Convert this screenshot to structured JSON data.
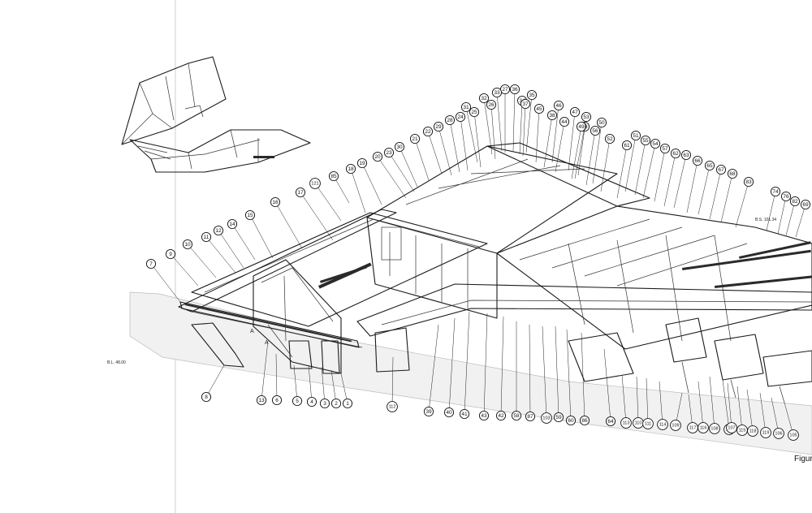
{
  "figure_caption": "Figure",
  "station_labels": {
    "bs_left": "B.L. 48.00",
    "bs_right": "B.S. 101.34",
    "section_a1": "A",
    "section_a2": "A"
  },
  "callouts": [
    {
      "n": "1"
    },
    {
      "n": "2"
    },
    {
      "n": "3"
    },
    {
      "n": "4"
    },
    {
      "n": "5"
    },
    {
      "n": "6"
    },
    {
      "n": "7"
    },
    {
      "n": "8"
    },
    {
      "n": "9"
    },
    {
      "n": "10"
    },
    {
      "n": "11"
    },
    {
      "n": "12"
    },
    {
      "n": "13"
    },
    {
      "n": "14"
    },
    {
      "n": "15"
    },
    {
      "n": "16"
    },
    {
      "n": "17"
    },
    {
      "n": "18"
    },
    {
      "n": "19"
    },
    {
      "n": "20"
    },
    {
      "n": "21"
    },
    {
      "n": "22"
    },
    {
      "n": "23"
    },
    {
      "n": "24"
    },
    {
      "n": "25"
    },
    {
      "n": "26"
    },
    {
      "n": "27"
    },
    {
      "n": "28"
    },
    {
      "n": "29"
    },
    {
      "n": "30"
    },
    {
      "n": "31"
    },
    {
      "n": "32"
    },
    {
      "n": "33"
    },
    {
      "n": "34"
    },
    {
      "n": "35"
    },
    {
      "n": "36"
    },
    {
      "n": "37"
    },
    {
      "n": "38"
    },
    {
      "n": "39"
    },
    {
      "n": "40"
    },
    {
      "n": "41"
    },
    {
      "n": "42"
    },
    {
      "n": "43"
    },
    {
      "n": "44"
    },
    {
      "n": "45"
    },
    {
      "n": "46"
    },
    {
      "n": "47"
    },
    {
      "n": "48"
    },
    {
      "n": "49"
    },
    {
      "n": "50"
    },
    {
      "n": "51"
    },
    {
      "n": "52"
    },
    {
      "n": "53"
    },
    {
      "n": "54"
    },
    {
      "n": "55"
    },
    {
      "n": "56"
    },
    {
      "n": "57"
    },
    {
      "n": "58"
    },
    {
      "n": "59"
    },
    {
      "n": "60"
    },
    {
      "n": "61"
    },
    {
      "n": "62"
    },
    {
      "n": "63"
    },
    {
      "n": "64"
    },
    {
      "n": "65"
    },
    {
      "n": "66"
    },
    {
      "n": "67"
    },
    {
      "n": "68"
    },
    {
      "n": "69"
    },
    {
      "n": "74"
    },
    {
      "n": "76"
    },
    {
      "n": "82"
    },
    {
      "n": "83"
    },
    {
      "n": "85"
    },
    {
      "n": "86"
    },
    {
      "n": "87"
    },
    {
      "n": "101"
    },
    {
      "n": "103"
    },
    {
      "n": "105"
    },
    {
      "n": "106"
    },
    {
      "n": "107"
    },
    {
      "n": "108"
    },
    {
      "n": "109"
    },
    {
      "n": "110"
    },
    {
      "n": "111"
    },
    {
      "n": "112"
    },
    {
      "n": "113"
    },
    {
      "n": "114"
    },
    {
      "n": "115"
    },
    {
      "n": "116"
    },
    {
      "n": "117"
    },
    {
      "n": "118"
    },
    {
      "n": "119"
    },
    {
      "n": "121"
    }
  ]
}
